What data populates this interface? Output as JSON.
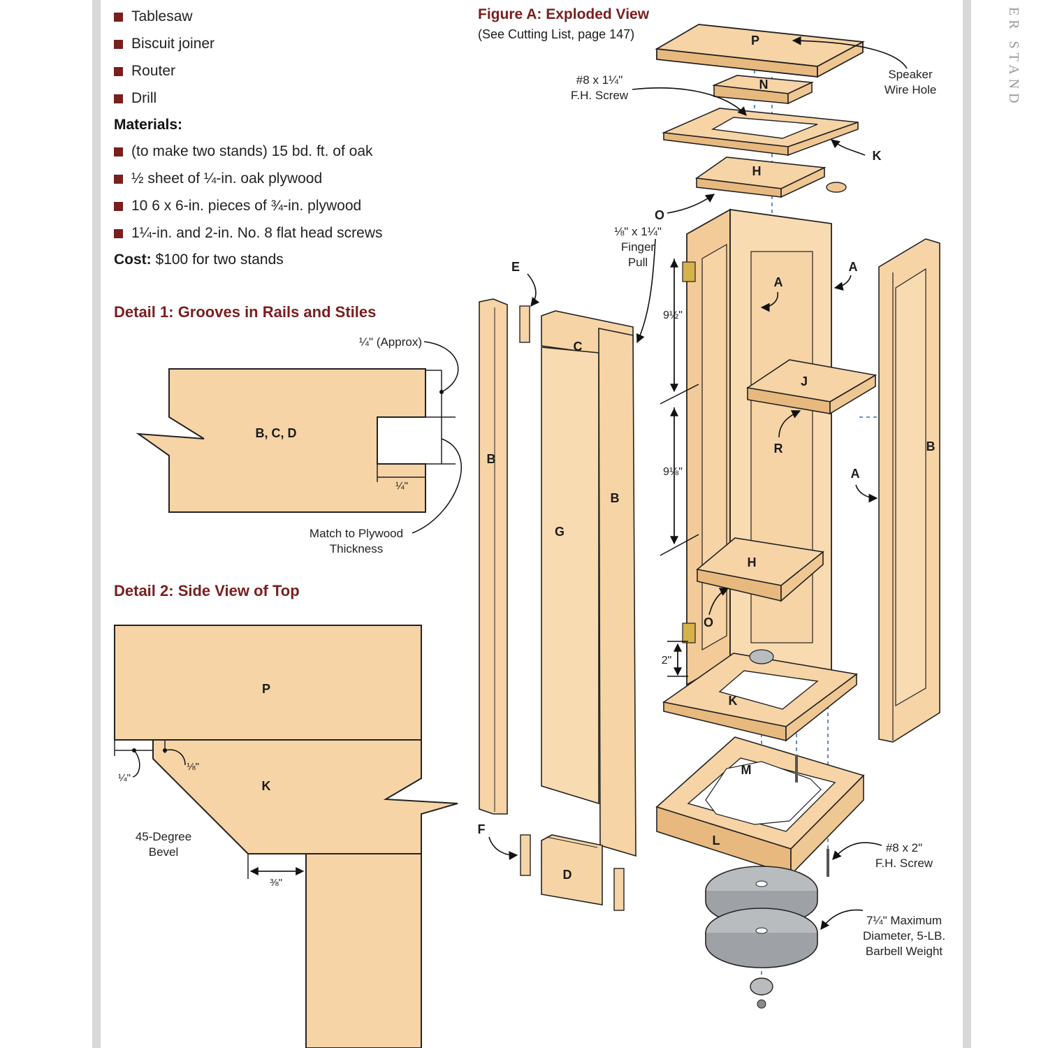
{
  "tools": [
    "Tablesaw",
    "Biscuit joiner",
    "Router",
    "Drill"
  ],
  "materials_heading": "Materials:",
  "materials": [
    "(to make two stands) 15 bd. ft. of oak",
    "½ sheet of ¼-in. oak plywood",
    "10 6 x 6-in. pieces of ¾-in. plywood",
    "1¼-in. and 2-in. No. 8 flat head screws"
  ],
  "cost_label": "Cost:",
  "cost_value": "$100 for two stands",
  "side_running_head": "ER STAND",
  "detail1": {
    "title": "Detail 1: Grooves in Rails and Stiles",
    "part_label": "B, C, D",
    "approx_label": "¼\" (Approx)",
    "quarter_label": "¼\"",
    "match_label_1": "Match to Plywood",
    "match_label_2": "Thickness"
  },
  "detail2": {
    "title": "Detail 2: Side View of Top",
    "part_p": "P",
    "part_k": "K",
    "quarter_label": "¼\"",
    "eighth_label": "⅛\"",
    "bevel_label_1": "45-Degree",
    "bevel_label_2": "Bevel",
    "threeeighth_label": "⅜\""
  },
  "figure": {
    "title": "Figure A: Exploded View",
    "subtitle": "(See Cutting List, page 147)",
    "screw_top_1": "#8 x 1¼\"",
    "screw_top_2": "F.H. Screw",
    "wire_1": "Speaker",
    "wire_2": "Wire Hole",
    "finger_1": "⅛\" x 1¼\"",
    "finger_2": "Finger",
    "finger_3": "Pull",
    "dim_upper": "9½\"",
    "dim_lower": "9⅛\"",
    "dim_2": "2\"",
    "screw_bottom_1": "#8 x 2\"",
    "screw_bottom_2": "F.H. Screw",
    "weight_1": "7¼\" Maximum",
    "weight_2": "Diameter, 5-LB.",
    "weight_3": "Barbell Weight",
    "parts": {
      "P": "P",
      "N": "N",
      "K_top": "K",
      "H_top": "H",
      "O_top": "O",
      "E": "E",
      "C": "C",
      "B_left": "B",
      "G": "G",
      "B_mid": "B",
      "A_upper": "A",
      "A_right": "A",
      "J": "J",
      "R": "R",
      "B_right": "B",
      "A_lower": "A",
      "H_lower": "H",
      "O_lower": "O",
      "K_lower": "K",
      "M": "M",
      "L": "L",
      "F": "F",
      "D": "D"
    }
  },
  "colors": {
    "wood": "#f6d4a6",
    "wood_dark": "#e8b97f",
    "accent": "#7a1e1e",
    "steel": "#b9bcbf",
    "dashed_line": "#3a6fb0"
  }
}
